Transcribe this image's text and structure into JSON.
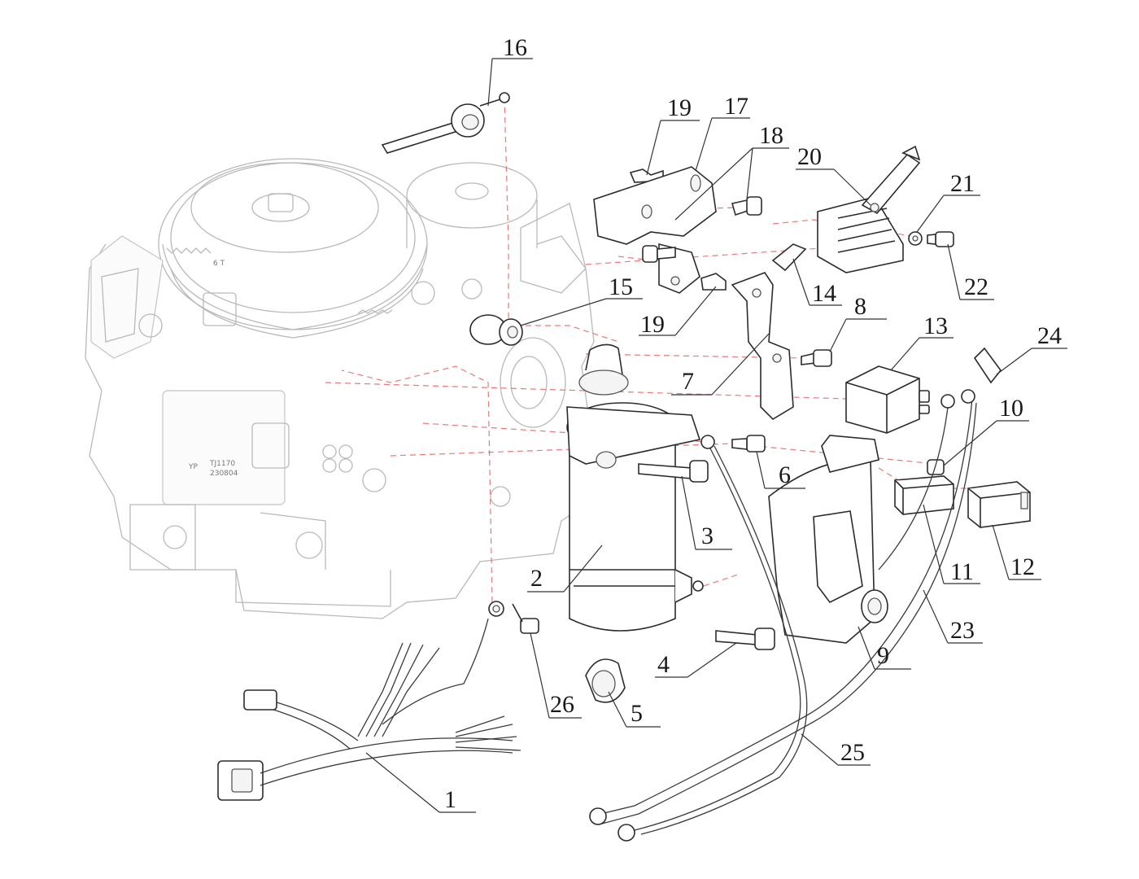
{
  "callouts": [
    {
      "id": "1",
      "label": "1"
    },
    {
      "id": "2",
      "label": "2"
    },
    {
      "id": "3",
      "label": "3"
    },
    {
      "id": "4",
      "label": "4"
    },
    {
      "id": "5",
      "label": "5"
    },
    {
      "id": "6",
      "label": "6"
    },
    {
      "id": "7",
      "label": "7"
    },
    {
      "id": "8",
      "label": "8"
    },
    {
      "id": "9",
      "label": "9"
    },
    {
      "id": "10",
      "label": "10"
    },
    {
      "id": "11",
      "label": "11"
    },
    {
      "id": "12",
      "label": "12"
    },
    {
      "id": "13",
      "label": "13"
    },
    {
      "id": "14",
      "label": "14"
    },
    {
      "id": "15",
      "label": "15"
    },
    {
      "id": "16",
      "label": "16"
    },
    {
      "id": "17",
      "label": "17"
    },
    {
      "id": "18",
      "label": "18"
    },
    {
      "id": "19a",
      "label": "19"
    },
    {
      "id": "19b",
      "label": "19"
    },
    {
      "id": "20",
      "label": "20"
    },
    {
      "id": "21",
      "label": "21"
    },
    {
      "id": "22",
      "label": "22"
    },
    {
      "id": "23",
      "label": "23"
    },
    {
      "id": "24",
      "label": "24"
    },
    {
      "id": "25",
      "label": "25"
    },
    {
      "id": "26",
      "label": "26"
    }
  ],
  "engine_marks": {
    "plate_line1": "YP",
    "plate_line2": "TJ1170",
    "plate_line3": "230804",
    "flywheel_mark": "6 T"
  },
  "colors": {
    "outline": "#2b2b2b",
    "ghost_outline": "#b9b9b9",
    "center_line": "#e05a5a"
  }
}
